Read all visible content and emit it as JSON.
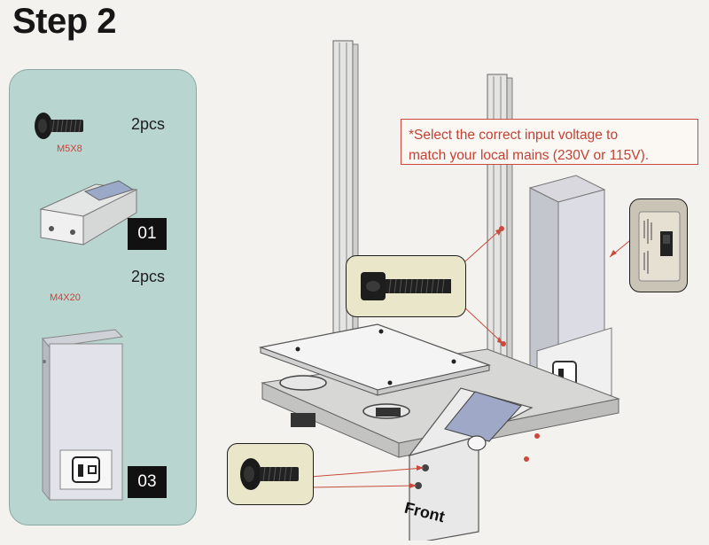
{
  "header": {
    "title": "Step 2"
  },
  "parts": [
    {
      "quantity": "2pcs",
      "code": "M5X8",
      "badge": "01"
    },
    {
      "quantity": "2pcs",
      "code": "M4X20",
      "badge": "03"
    }
  ],
  "note": {
    "line1": "*Select the correct input voltage to",
    "line2": "match your local mains (230V or 115V)."
  },
  "labels": {
    "front": "Front"
  },
  "colors": {
    "panel": "#b8d5d0",
    "callout": "#e9e6c9",
    "accent_red": "#c84b3d"
  },
  "icons": [
    "m5x8-screw-icon",
    "m4x20-screw-icon",
    "lcd-bracket-icon",
    "power-supply-icon",
    "voltage-switch-icon",
    "printer-assembly-icon"
  ]
}
